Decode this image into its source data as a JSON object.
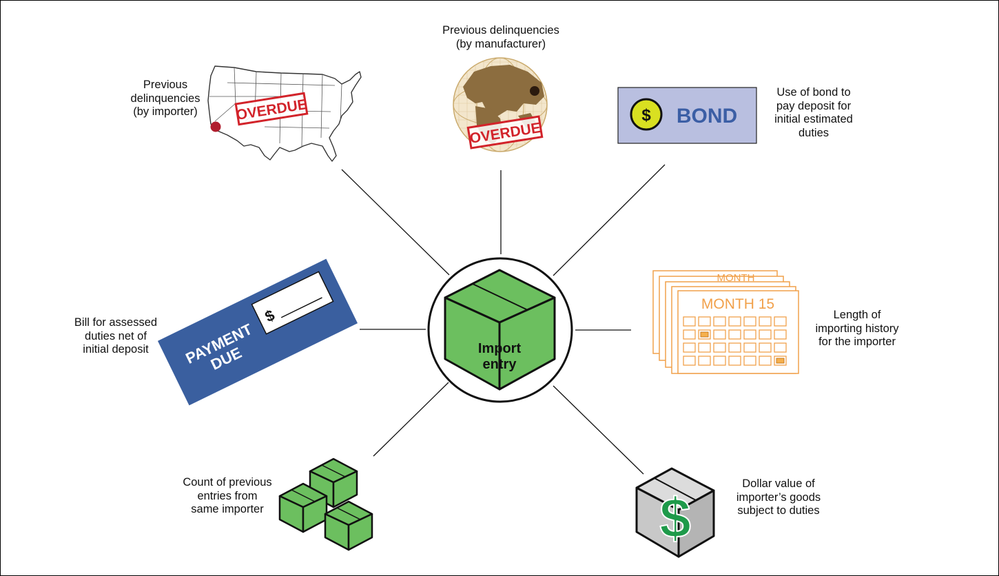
{
  "center": {
    "label_lines": [
      "Import",
      "entry"
    ]
  },
  "factors": {
    "importer_delinquencies": {
      "label_lines": [
        "Previous",
        "delinquencies",
        "(by importer)"
      ],
      "stamp_text": "OVERDUE"
    },
    "manufacturer_delinquencies": {
      "label_lines": [
        "Previous delinquencies",
        "(by manufacturer)"
      ],
      "stamp_text": "OVERDUE"
    },
    "bond": {
      "label_lines": [
        "Use of bond to",
        "pay deposit for",
        "initial estimated",
        "duties"
      ],
      "card_text": "BOND",
      "coin_symbol": "$"
    },
    "importing_history": {
      "label_lines": [
        "Length of",
        "importing history",
        "for the importer"
      ],
      "calendar_title": "MONTH 15",
      "back_calendar_title": "MONTH"
    },
    "goods_value": {
      "label_lines": [
        "Dollar value of",
        "importer’s goods",
        "subject to duties"
      ],
      "symbol": "$"
    },
    "previous_entries": {
      "label_lines": [
        "Count of previous",
        "entries from",
        "same importer"
      ]
    },
    "payment_bill": {
      "label_lines": [
        "Bill for assessed",
        "duties net of",
        "initial deposit"
      ],
      "ticket_lines": [
        "PAYMENT",
        "DUE"
      ],
      "check_symbol": "$"
    }
  },
  "colors": {
    "box_green": "#6cbf5f",
    "box_green_dark": "#4ea843",
    "overdue_red": "#d2232a",
    "bond_card": "#b9bfe0",
    "bond_text": "#3b5ea5",
    "coin_yellow": "#d9e021",
    "calendar_orange": "#f1a04a",
    "payment_blue": "#3a5f9f",
    "globe_brown": "#8c6d3f",
    "gray_box": "#c8c8c8",
    "dollar_green": "#1e9a4a"
  }
}
